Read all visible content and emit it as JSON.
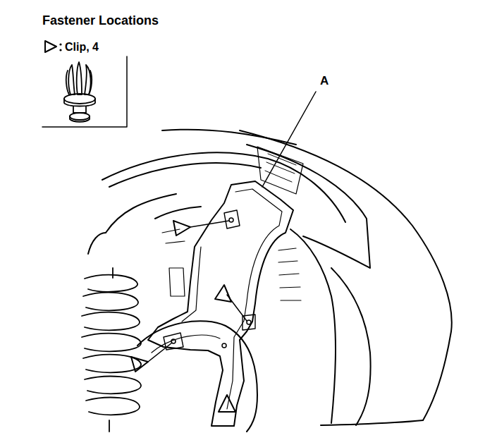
{
  "diagram": {
    "title": "Fastener Locations",
    "labels": [
      "A"
    ],
    "legend": [
      {
        "text": "Clip, 4"
      }
    ]
  }
}
